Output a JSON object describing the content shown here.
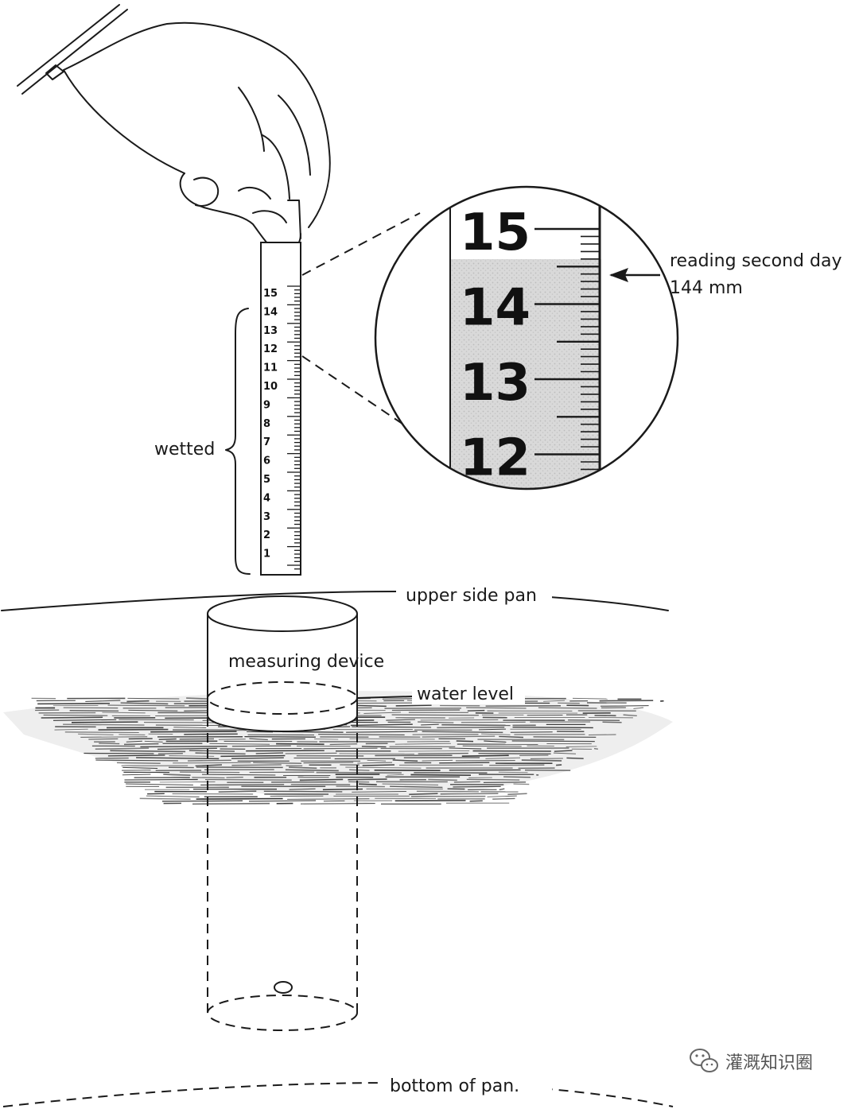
{
  "labels": {
    "wetted": "wetted",
    "reading_line1": "reading second day",
    "reading_line2": "144 mm",
    "upper_side_pan": "upper side pan",
    "measuring_device": "measuring device",
    "water_level": "water level",
    "bottom_of_pan": "bottom of pan."
  },
  "ruler": {
    "numbers": [
      "15",
      "14",
      "13",
      "12",
      "11",
      "10",
      "9",
      "8",
      "7",
      "6",
      "5",
      "4",
      "3",
      "2",
      "1"
    ]
  },
  "magnifier": {
    "numbers": [
      "15",
      "14",
      "13",
      "12"
    ]
  },
  "watermark": {
    "text": "灌溉知识圈",
    "icon": "wechat-icon"
  }
}
